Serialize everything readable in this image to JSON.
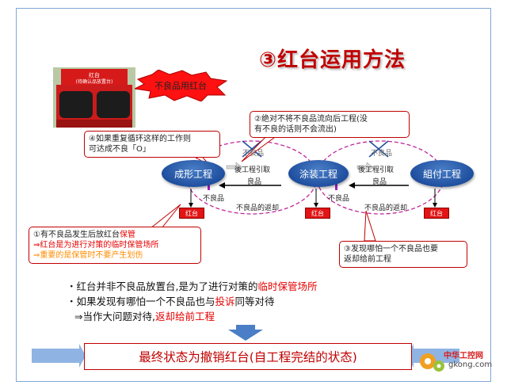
{
  "title": "③红台运用方法",
  "photo": {
    "sign_line1": "红台",
    "sign_line2": "(待确认品放置台)"
  },
  "burst_label": "不良品用红台",
  "callouts": {
    "c2_line1": "②绝对不将不良品流向后工程(没",
    "c2_line2": "有不良的话则不会流出)",
    "c4_line1": "④如果重复循环这样的工作则",
    "c4_line2": "可达成不良「O」",
    "c1_line1": "①有不良品发生后放红台",
    "c1_line1_highlight": "保管",
    "c1_line2": "⇒红台是为进行对策的临时保管场所",
    "c1_line3": "⇒重要的是保管时不要产生划伤",
    "c3_line1": "③发现哪怕一个不良品也要",
    "c3_line2": "返却给前工程"
  },
  "nodes": {
    "forming": "成形工程",
    "painting": "涂装工程",
    "assembly": "組付工程"
  },
  "flow_labels": {
    "left_pull": "後工程引取",
    "left_good": "良品",
    "left_defect": "不良品",
    "right_pull": "後工程引取",
    "right_good": "良品",
    "right_defect": "不良品",
    "left_return": "不良品的返却",
    "right_return": "不良品的返却",
    "down_defect_1": "不良品",
    "down_defect_2": "不良品"
  },
  "red_tables": {
    "t1": "红台",
    "t2": "红台",
    "t3": "红台"
  },
  "bullets": {
    "b1_pre": "・红台并非不良品放置台,是为了进行对策的",
    "b1_red": "临时保管场所",
    "b2_pre": "・如果发现有哪怕一个不良品也与",
    "b2_red": "投诉",
    "b2_post": "同等对待",
    "b3_pre": "⇒当作大问题对待,",
    "b3_red": "返却给前工程"
  },
  "footer": "最终状态为撤销红台(自工程完结的状态)",
  "watermark": {
    "brand": "中华工控网",
    "url": "gkong.com"
  },
  "colors": {
    "accent_red": "#c00000",
    "node_blue": "#1f4f9f",
    "dashed_loop": "#c0289a",
    "arrow_blue": "#8fb4e3"
  }
}
